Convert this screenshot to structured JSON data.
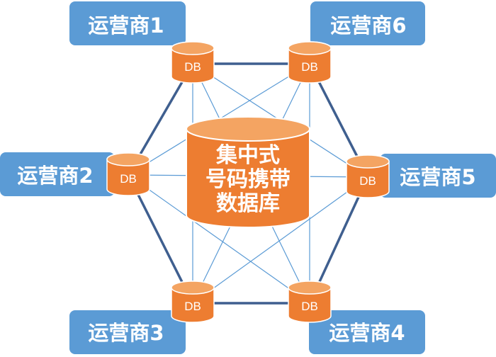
{
  "center": {
    "lines": [
      "集中式",
      "号码携带",
      "数据库"
    ]
  },
  "db_label": "DB",
  "operators": [
    {
      "label": "运营商1"
    },
    {
      "label": "运营商2"
    },
    {
      "label": "运营商3"
    },
    {
      "label": "运营商4"
    },
    {
      "label": "运营商5"
    },
    {
      "label": "运营商6"
    }
  ],
  "colors": {
    "box": "#5b9bd5",
    "db_fill": "#ed7d31",
    "db_rim": "#f4a462",
    "db_stroke": "#ffffff",
    "hexagon_edge": "#3f5f8f",
    "mesh_line": "#5b9bd5"
  }
}
